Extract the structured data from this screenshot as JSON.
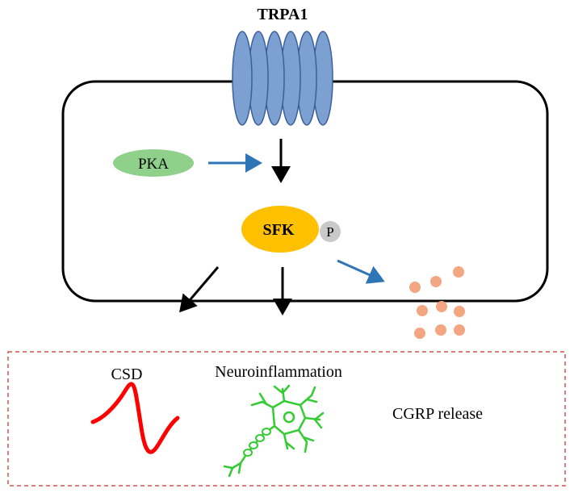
{
  "channel": {
    "label": "TRPA1"
  },
  "kinases": {
    "pka": "PKA",
    "sfk": "SFK",
    "phospho": "P"
  },
  "outcomes": {
    "csd": "CSD",
    "neuroinflammation": "Neuroinflammation",
    "cgrp": "CGRP release"
  },
  "colors": {
    "channel_fill": "#7da0d2",
    "channel_stroke": "#3a5f9a",
    "pka_fill": "#8fd08a",
    "sfk_fill": "#ffc000",
    "phospho_fill": "#c9c9c9",
    "blue_arrow": "#2e75b6",
    "black_arrow": "#000000",
    "vesicle": "#f4a582",
    "csd_wave": "#ff0000",
    "neuron": "#33cc33",
    "outcome_border": "#d9534f"
  }
}
